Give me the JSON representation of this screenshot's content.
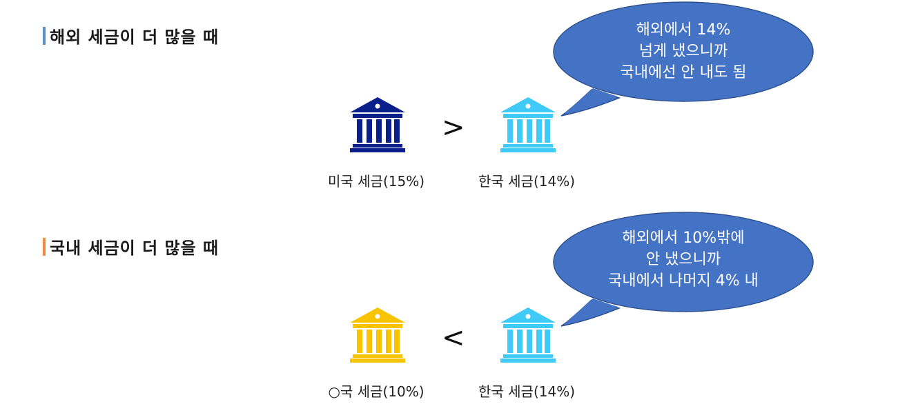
{
  "sections": [
    {
      "title": "해외 세금이 더 많을 때",
      "title_bar_color": "#5b8fd0",
      "left_label": "미국 세금(15%)",
      "left_color": "#0b1f8a",
      "operator": ">",
      "right_label": "한국 세금(14%)",
      "right_color": "#3fcaf8",
      "bubble_lines": [
        "해외에서 14%",
        "넘게 냈으니까",
        "국내에선 안 내도 됨"
      ]
    },
    {
      "title": "국내 세금이 더 많을 때",
      "title_bar_color": "#f28a3c",
      "left_label": "○국 세금(10%)",
      "left_color": "#f8c300",
      "operator": "<",
      "right_label": "한국 세금(14%)",
      "right_color": "#3fcaf8",
      "bubble_lines": [
        "해외에서 10%밖에",
        "안 냈으니까",
        "국내에서 나머지 4% 내"
      ]
    }
  ],
  "colors": {
    "bubble_fill": "#4472c4",
    "bubble_stroke": "#2f528f"
  },
  "icons": {
    "bank": "bank-building-icon"
  }
}
